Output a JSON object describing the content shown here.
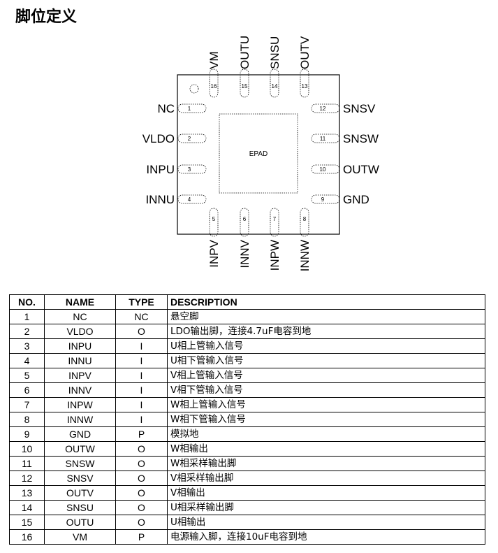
{
  "title": "脚位定义",
  "package": {
    "epad_label": "EPAD",
    "top_pins": [
      {
        "num": "16",
        "name": "VM"
      },
      {
        "num": "15",
        "name": "OUTU"
      },
      {
        "num": "14",
        "name": "SNSU"
      },
      {
        "num": "13",
        "name": "OUTV"
      }
    ],
    "left_pins": [
      {
        "num": "1",
        "name": "NC"
      },
      {
        "num": "2",
        "name": "VLDO"
      },
      {
        "num": "3",
        "name": "INPU"
      },
      {
        "num": "4",
        "name": "INNU"
      }
    ],
    "right_pins": [
      {
        "num": "12",
        "name": "SNSV"
      },
      {
        "num": "11",
        "name": "SNSW"
      },
      {
        "num": "10",
        "name": "OUTW"
      },
      {
        "num": "9",
        "name": "GND"
      }
    ],
    "bottom_pins": [
      {
        "num": "5",
        "name": "INPV"
      },
      {
        "num": "6",
        "name": "INNV"
      },
      {
        "num": "7",
        "name": "INPW"
      },
      {
        "num": "8",
        "name": "INNW"
      }
    ]
  },
  "table": {
    "headers": [
      "NO.",
      "NAME",
      "TYPE",
      "DESCRIPTION"
    ],
    "rows": [
      {
        "no": "1",
        "name": "NC",
        "type": "NC",
        "desc": "悬空脚"
      },
      {
        "no": "2",
        "name": "VLDO",
        "type": "O",
        "desc": "LDO输出脚，连接4.7uF电容到地"
      },
      {
        "no": "3",
        "name": "INPU",
        "type": "I",
        "desc": "U相上管输入信号"
      },
      {
        "no": "4",
        "name": "INNU",
        "type": "I",
        "desc": "U相下管输入信号"
      },
      {
        "no": "5",
        "name": "INPV",
        "type": "I",
        "desc": "V相上管输入信号"
      },
      {
        "no": "6",
        "name": "INNV",
        "type": "I",
        "desc": "V相下管输入信号"
      },
      {
        "no": "7",
        "name": "INPW",
        "type": "I",
        "desc": "W相上管输入信号"
      },
      {
        "no": "8",
        "name": "INNW",
        "type": "I",
        "desc": "W相下管输入信号"
      },
      {
        "no": "9",
        "name": "GND",
        "type": "P",
        "desc": "模拟地"
      },
      {
        "no": "10",
        "name": "OUTW",
        "type": "O",
        "desc": "W相输出"
      },
      {
        "no": "11",
        "name": "SNSW",
        "type": "O",
        "desc": "W相采样输出脚"
      },
      {
        "no": "12",
        "name": "SNSV",
        "type": "O",
        "desc": "V相采样输出脚"
      },
      {
        "no": "13",
        "name": "OUTV",
        "type": "O",
        "desc": "V相输出"
      },
      {
        "no": "14",
        "name": "SNSU",
        "type": "O",
        "desc": "U相采样输出脚"
      },
      {
        "no": "15",
        "name": "OUTU",
        "type": "O",
        "desc": "U相输出"
      },
      {
        "no": "16",
        "name": "VM",
        "type": "P",
        "desc": "电源输入脚，连接10uF电容到地"
      }
    ]
  }
}
